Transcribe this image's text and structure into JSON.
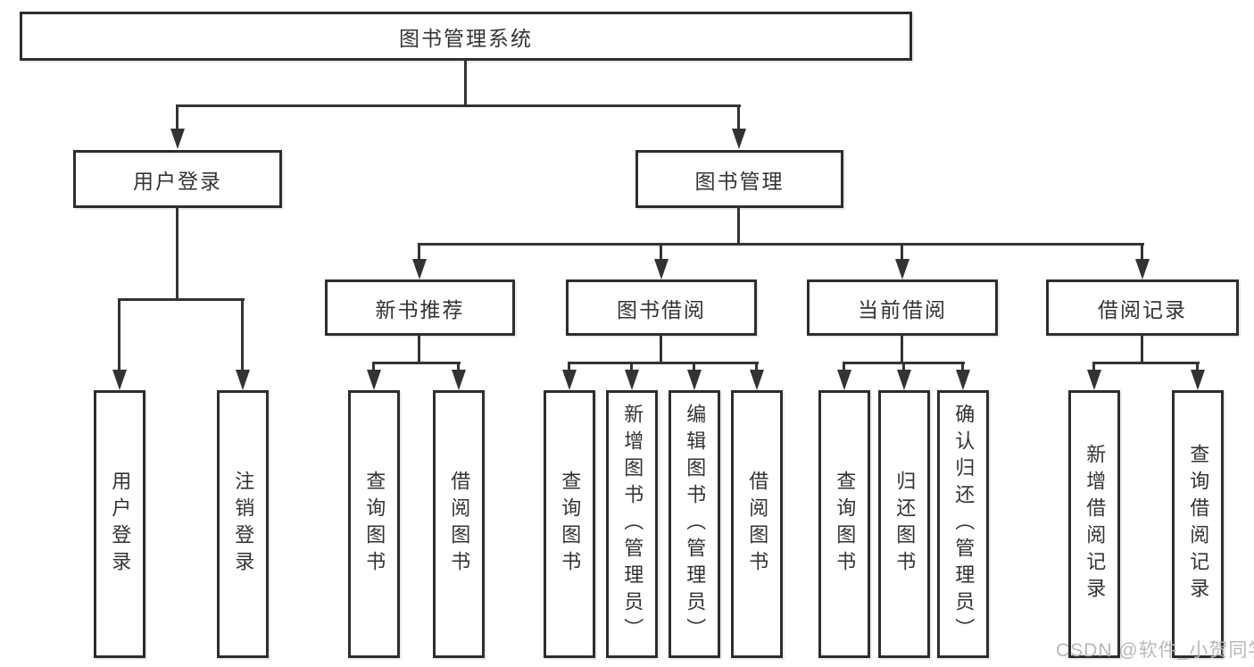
{
  "diagram": {
    "title": "图书管理系统",
    "watermark": "CSDN @软件_小贺同学",
    "colors": {
      "background": "#ffffff",
      "line": "#333333",
      "border": "#2d2d2d",
      "text": "#333333",
      "watermark": "#b8b8b8"
    },
    "root": {
      "label": "图书管理系统"
    },
    "level2": [
      {
        "label": "用户登录"
      },
      {
        "label": "图书管理"
      }
    ],
    "level3": [
      {
        "label": "新书推荐"
      },
      {
        "label": "图书借阅"
      },
      {
        "label": "当前借阅"
      },
      {
        "label": "借阅记录"
      }
    ],
    "leaves": [
      {
        "id": "user-login",
        "label": "用户登录"
      },
      {
        "id": "logout",
        "label": "注销登录"
      },
      {
        "id": "nb-query-books",
        "label": "查询图书"
      },
      {
        "id": "nb-borrow-books",
        "label": "借阅图书"
      },
      {
        "id": "bb-query-books",
        "label": "查询图书"
      },
      {
        "id": "bb-add-books",
        "label": "新增图书（管理员）"
      },
      {
        "id": "bb-edit-books",
        "label": "编辑图书（管理员）"
      },
      {
        "id": "bb-borrow-books",
        "label": "借阅图书"
      },
      {
        "id": "cb-query-books",
        "label": "查询图书"
      },
      {
        "id": "cb-return-books",
        "label": "归还图书"
      },
      {
        "id": "cb-confirm-return",
        "label": "确认归还（管理员）"
      },
      {
        "id": "br-add-record",
        "label": "新增借阅记录"
      },
      {
        "id": "br-query-record",
        "label": "查询借阅记录"
      }
    ]
  }
}
